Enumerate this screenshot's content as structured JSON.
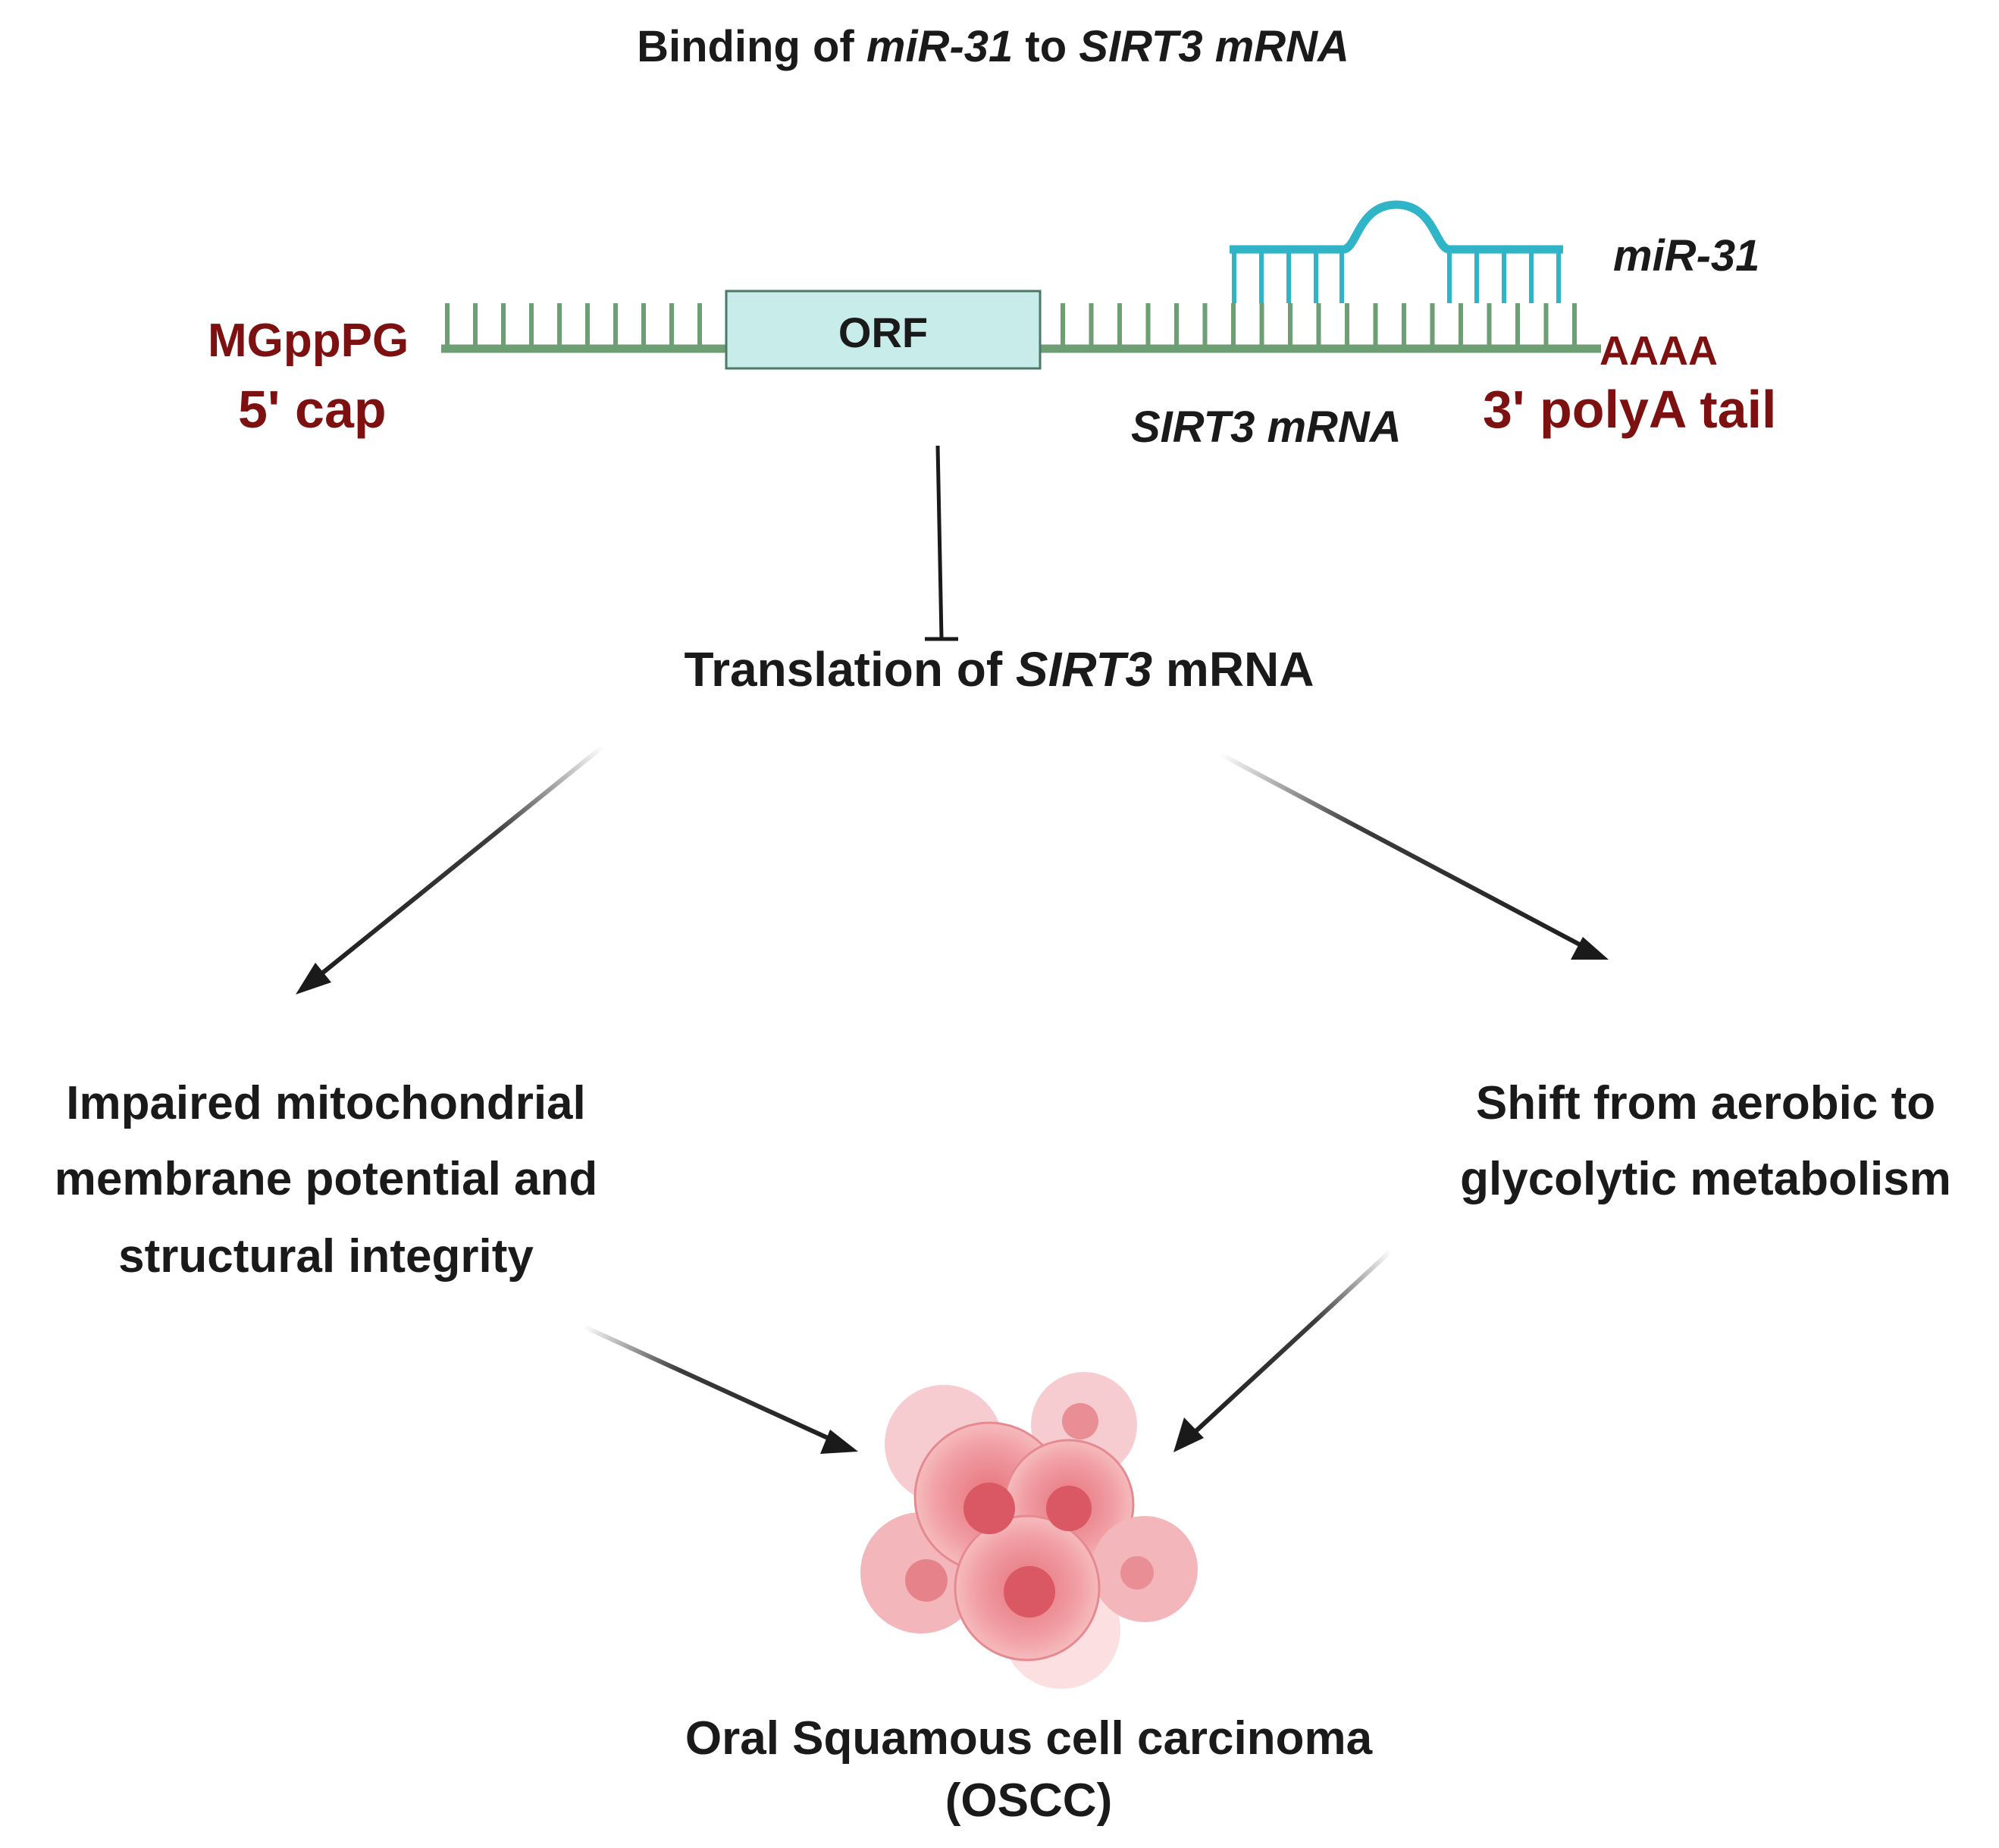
{
  "title": {
    "prefix": "Binding of ",
    "mirna": "miR-31",
    "middle": " to ",
    "target": "SIRT3 mRNA"
  },
  "labels": {
    "cap_code": "MGppPG",
    "cap_label": "5' cap",
    "orf": "ORF",
    "polya_code": "AAAA",
    "polya_label": "3' polyA tail",
    "mirna_label": "miR-31",
    "mrna_label": "SIRT3 mRNA"
  },
  "translation": {
    "prefix": "Translation of ",
    "gene": "SIRT3",
    "suffix": " mRNA"
  },
  "effects": {
    "left": [
      "Impaired mitochondrial",
      "membrane potential and",
      "structural integrity"
    ],
    "right": [
      "Shift from aerobic to",
      "glycolytic metabolism"
    ]
  },
  "outcome": [
    "Oral Squamous cell carcinoma",
    "(OSCC)"
  ],
  "colors": {
    "mrna": "#6e9e73",
    "mirna": "#2fb4c8",
    "orf_fill": "#c8ecea",
    "label_red": "#7d1111",
    "arrow": "#1a1a1a",
    "cell": "#e0636e"
  }
}
